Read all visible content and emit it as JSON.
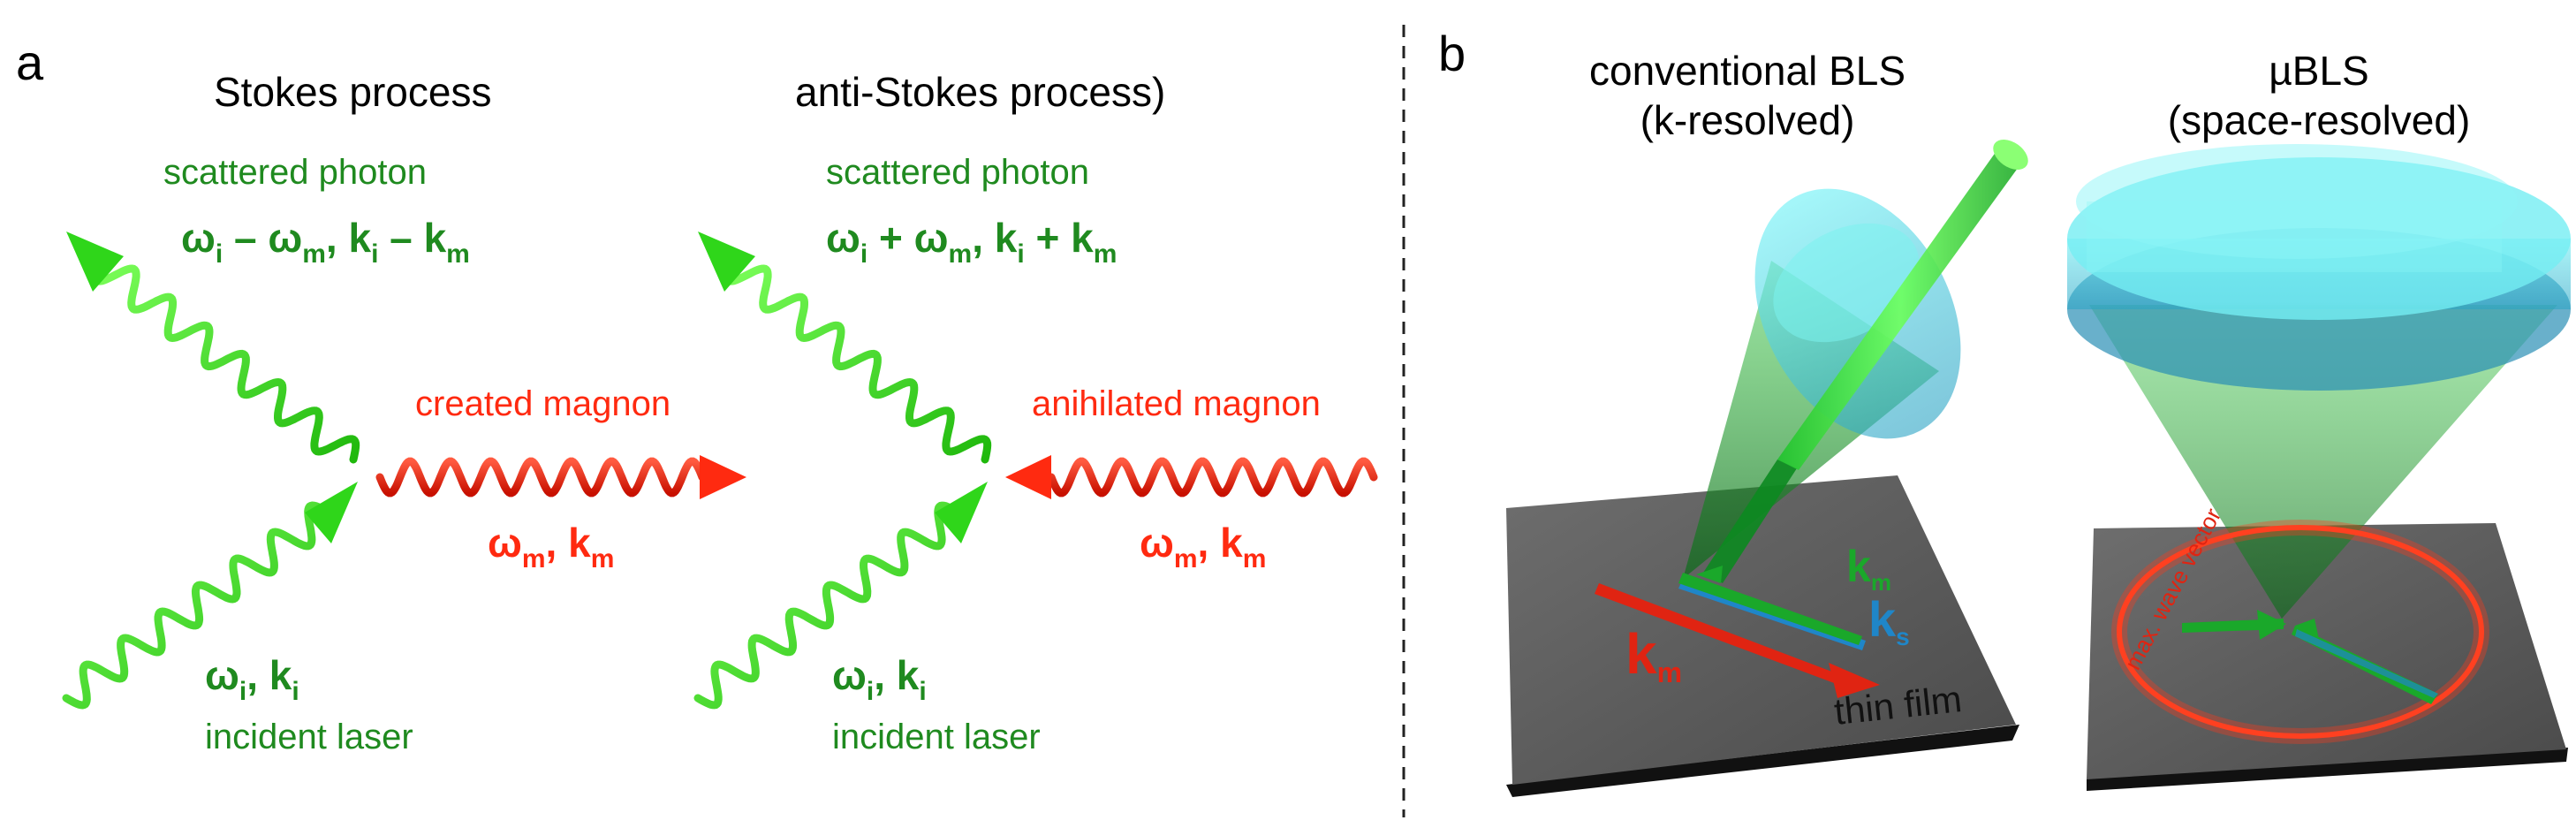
{
  "panel_a": {
    "letter": "a",
    "stokes": {
      "title": "Stokes process",
      "scattered_label": "scattered photon",
      "scattered_eq": {
        "w": "ω",
        "i": "i",
        "op1": " – ",
        "wm": "ω",
        "m": "m",
        "comma": ", ",
        "k": "k",
        "ki": "i",
        "op2": " – ",
        "km": "k",
        "m2": "m"
      },
      "magnon_label": "created magnon",
      "magnon_eq": {
        "w": "ω",
        "m": "m",
        "comma": ", ",
        "k": "k",
        "m2": "m"
      },
      "incident_eq": {
        "w": "ω",
        "i": "i",
        "comma": ", ",
        "k": "k",
        "i2": "i"
      },
      "incident_label": "incident laser"
    },
    "anti_stokes": {
      "title": "anti-Stokes process)",
      "scattered_label": "scattered photon",
      "scattered_eq": {
        "w": "ω",
        "i": "i",
        "op1": " + ",
        "wm": "ω",
        "m": "m",
        "comma": ", ",
        "k": "k",
        "ki": "i",
        "op2": " + ",
        "km": "k",
        "m2": "m"
      },
      "magnon_label": "anihilated magnon",
      "magnon_eq": {
        "w": "ω",
        "m": "m",
        "comma": ", ",
        "k": "k",
        "m2": "m"
      },
      "incident_eq": {
        "w": "ω",
        "i": "i",
        "comma": ", ",
        "k": "k",
        "i2": "i"
      },
      "incident_label": "incident laser"
    }
  },
  "panel_b": {
    "letter": "b",
    "conventional": {
      "title_line1": "conventional BLS",
      "title_line2": "(k-resolved)",
      "film_label": "thin film",
      "k_m": "k",
      "k_m_sub": "m",
      "k_s": "k",
      "k_s_sub": "s",
      "k_m_green": "k",
      "k_m_green_sub": "m"
    },
    "micro": {
      "title_line1": "µBLS",
      "title_line2": "(space-resolved)",
      "ring_label": "max. wave vector"
    }
  },
  "colors": {
    "photon_green": "#33e01a",
    "label_green": "#1f8a1f",
    "magnon_red": "#ff2a10",
    "lens_cyan": "#5fe6ef",
    "film_gray": "#5a5a5a"
  }
}
